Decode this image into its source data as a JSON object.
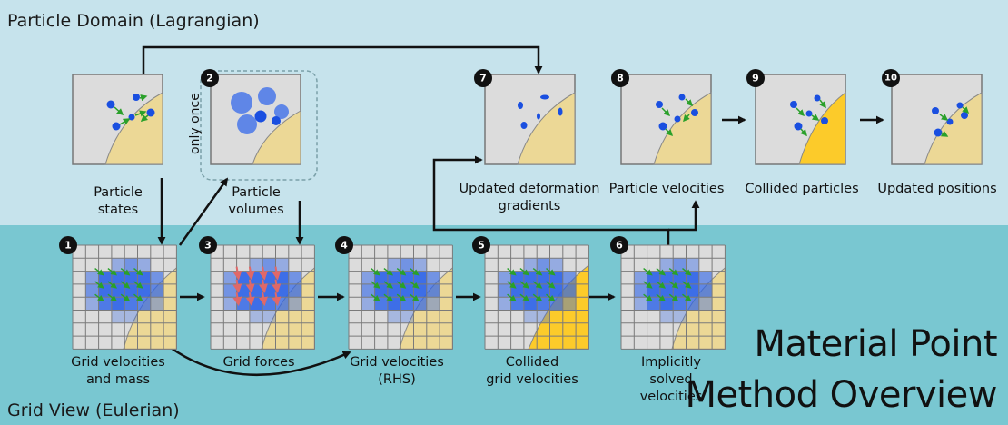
{
  "regions": {
    "particle": {
      "label": "Particle Domain (Lagrangian)",
      "color": "#c6e3ec"
    },
    "grid": {
      "label": "Grid View (Eulerian)",
      "color": "#79c7d1"
    }
  },
  "title": {
    "line1": "Material Point",
    "line2": "Method Overview"
  },
  "once_label": "only once",
  "colors": {
    "panel": "#dcdcdc",
    "material": "#ecd896",
    "collided": "#fccb2a",
    "particle": "#1a4fe0",
    "grid_cell": "#2b62e8",
    "velocity": "#2aa02a",
    "force": "#e06868"
  },
  "steps": [
    {
      "id": "states",
      "number": "",
      "label_lines": [
        "Particle",
        "states"
      ]
    },
    {
      "id": "volumes",
      "number": "2",
      "label_lines": [
        "Particle",
        "volumes"
      ]
    },
    {
      "id": "deformation",
      "number": "7",
      "label_lines": [
        "Updated deformation",
        "gradients"
      ]
    },
    {
      "id": "particle-velocities",
      "number": "8",
      "label_lines": [
        "Particle velocities"
      ]
    },
    {
      "id": "collided-particles",
      "number": "9",
      "label_lines": [
        "Collided particles"
      ]
    },
    {
      "id": "updated-positions",
      "number": "10",
      "label_lines": [
        "Updated positions"
      ]
    },
    {
      "id": "grid-velocities-mass",
      "number": "1",
      "label_lines": [
        "Grid velocities",
        "and mass"
      ]
    },
    {
      "id": "grid-forces",
      "number": "3",
      "label_lines": [
        "Grid forces"
      ]
    },
    {
      "id": "grid-velocities-rhs",
      "number": "4",
      "label_lines": [
        "Grid velocities",
        "(RHS)"
      ]
    },
    {
      "id": "collided-grid-velocities",
      "number": "5",
      "label_lines": [
        "Collided",
        "grid velocities"
      ]
    },
    {
      "id": "implicitly-solved",
      "number": "6",
      "label_lines": [
        "Implicitly",
        "solved",
        "velocities"
      ]
    }
  ]
}
